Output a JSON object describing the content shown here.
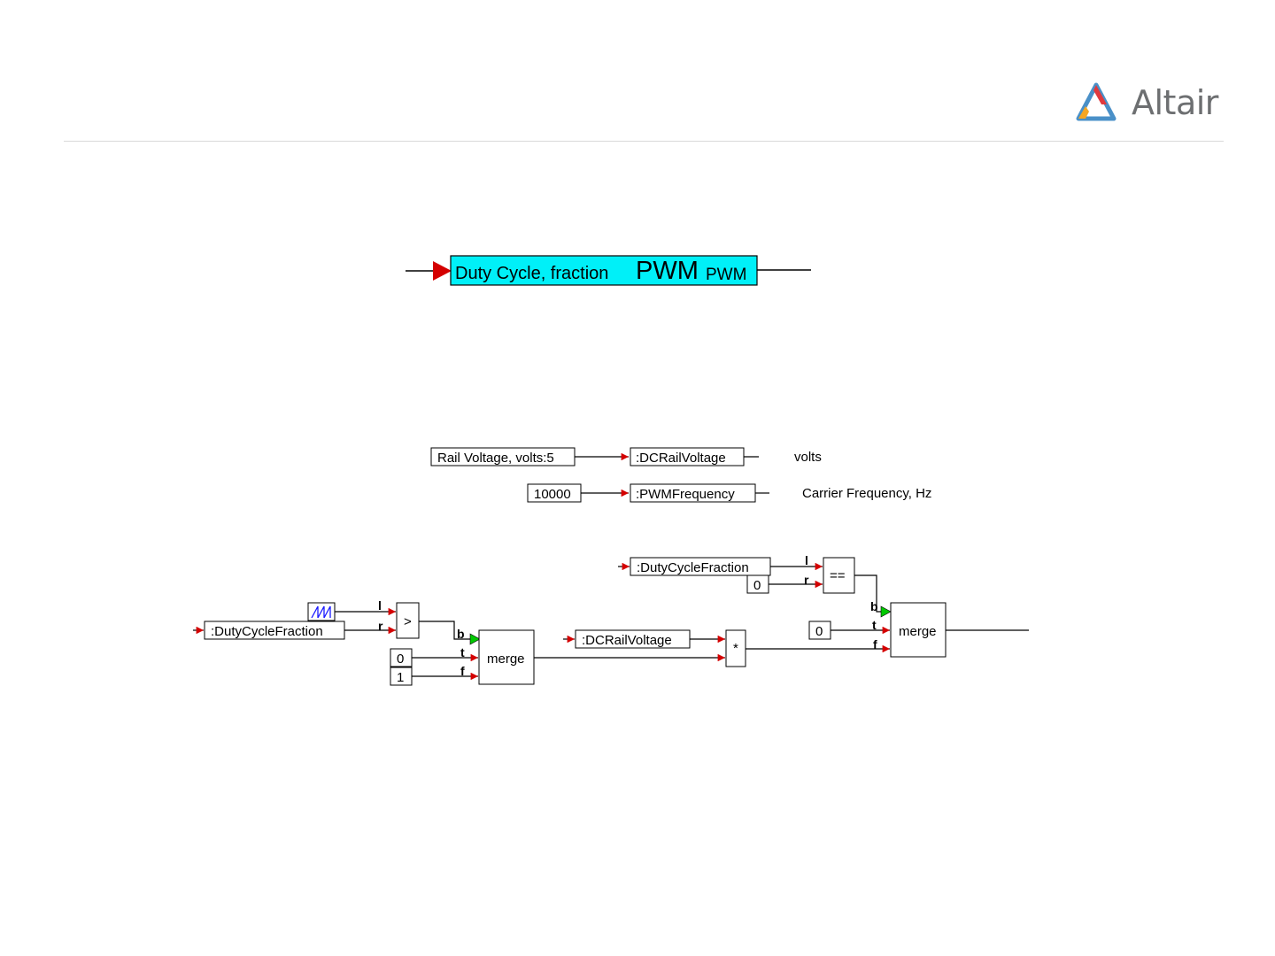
{
  "brand": {
    "name": "Altair",
    "colors": {
      "red": "#e03a3e",
      "orange": "#f5a623",
      "blue": "#4a90c8",
      "gray": "#6d6f71"
    }
  },
  "pwm_block": {
    "label": "Duty Cycle, fraction",
    "big": "PWM",
    "small": "PWM",
    "fill": "#00f0f8"
  },
  "constants": {
    "rail_voltage": "Rail Voltage, volts:5",
    "rail_var": ":DCRailVoltage",
    "rail_comment": "volts",
    "freq_value": "10000",
    "freq_var": ":PWMFrequency",
    "freq_comment": "Carrier Frequency, Hz"
  },
  "left_chain": {
    "input_var": ":DutyCycleFraction",
    "compare_op": ">",
    "port_l": "l",
    "port_r": "r",
    "merge_label": "merge",
    "port_b": "b",
    "port_t": "t",
    "port_f": "f",
    "const_true": "0",
    "const_false": "1",
    "sawtooth_icon": "sawtooth-wave-icon"
  },
  "middle_chain": {
    "rail_var": ":DCRailVoltage",
    "multiply_op": "*"
  },
  "right_chain": {
    "input_var": ":DutyCycleFraction",
    "compare_const": "0",
    "equal_op": "==",
    "port_l": "l",
    "port_r": "r",
    "merge_label": "merge",
    "port_b": "b",
    "port_t": "t",
    "port_f": "f",
    "const_true": "0"
  }
}
